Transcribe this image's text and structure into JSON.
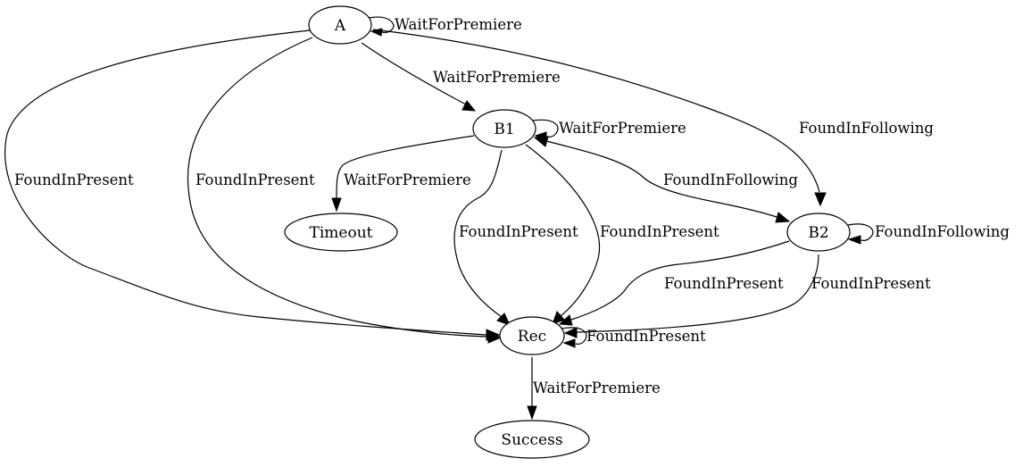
{
  "nodes": {
    "A": "A",
    "B1": "B1",
    "B2": "B2",
    "Timeout": "Timeout",
    "Rec": "Rec",
    "Success": "Success"
  },
  "edges": [
    {
      "from": "A",
      "to": "A",
      "label": "WaitForPremiere"
    },
    {
      "from": "A",
      "to": "B1",
      "label": "WaitForPremiere"
    },
    {
      "from": "A",
      "to": "B2",
      "label": "FoundInFollowing"
    },
    {
      "from": "A",
      "to": "Rec",
      "label": "FoundInPresent"
    },
    {
      "from": "A",
      "to": "Rec",
      "label": "FoundInPresent"
    },
    {
      "from": "B1",
      "to": "B1",
      "label": "WaitForPremiere"
    },
    {
      "from": "B1",
      "to": "Timeout",
      "label": "WaitForPremiere"
    },
    {
      "from": "B1",
      "to": "Rec",
      "label": "FoundInPresent"
    },
    {
      "from": "B1",
      "to": "Rec",
      "label": "FoundInPresent"
    },
    {
      "from": "B1",
      "to": "B2",
      "label": "FoundInFollowing"
    },
    {
      "from": "B2",
      "to": "B2",
      "label": "FoundInFollowing"
    },
    {
      "from": "B2",
      "to": "Rec",
      "label": "FoundInPresent"
    },
    {
      "from": "B2",
      "to": "Rec",
      "label": "FoundInPresent"
    },
    {
      "from": "Rec",
      "to": "Rec",
      "label": "FoundInPresent"
    },
    {
      "from": "Rec",
      "to": "Success",
      "label": "WaitForPremiere"
    }
  ]
}
